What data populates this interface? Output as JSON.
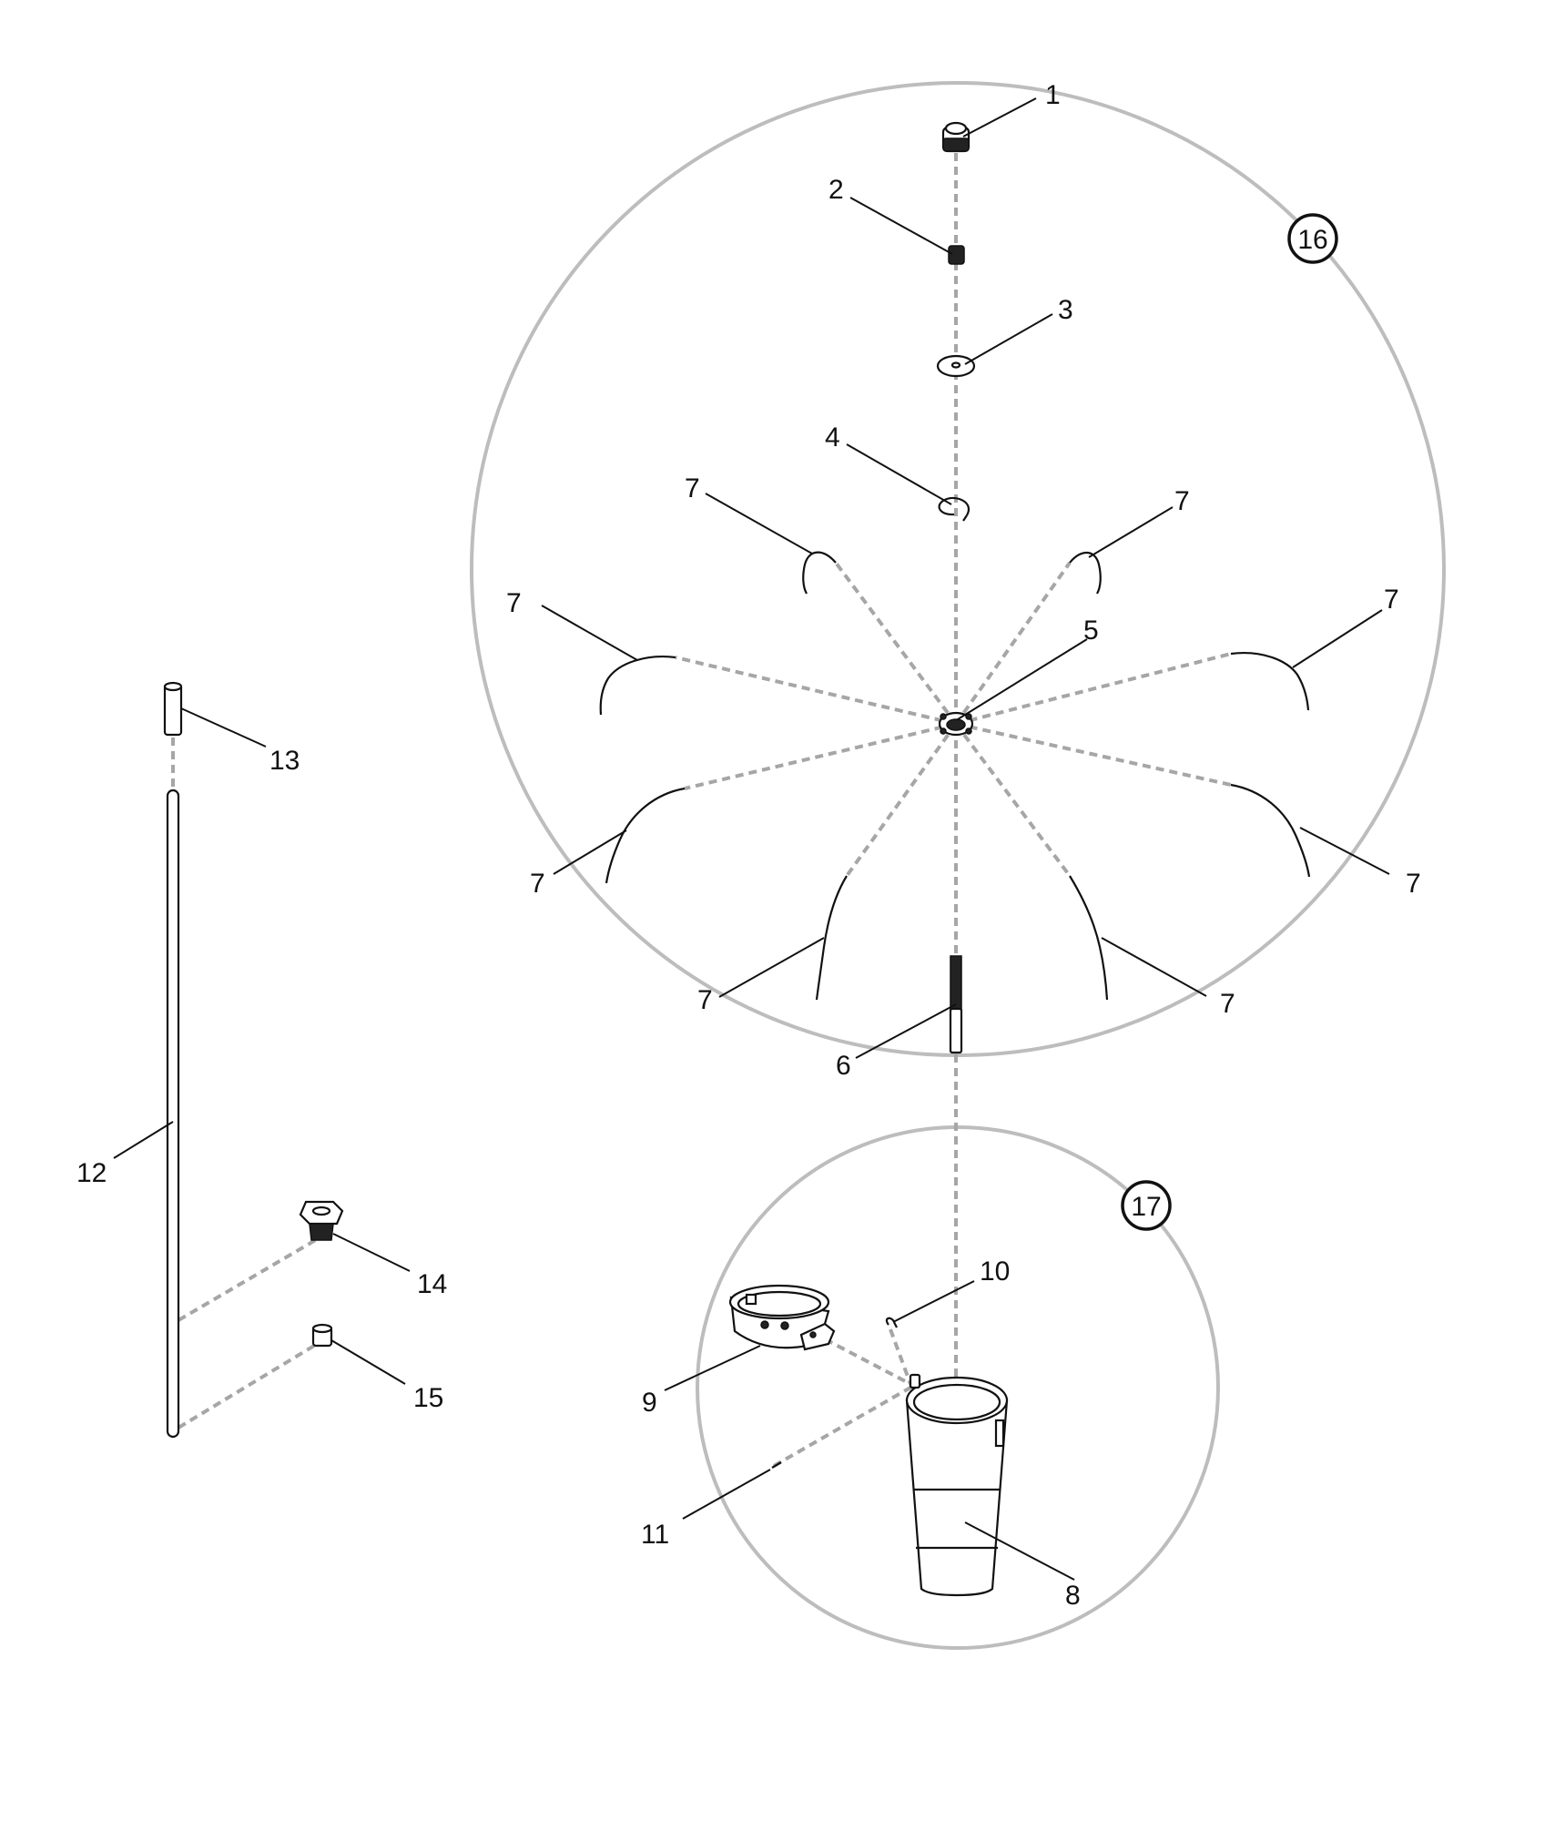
{
  "callouts": {
    "group_16": "16",
    "group_17": "17"
  },
  "labels": {
    "p1": "1",
    "p2": "2",
    "p3": "3",
    "p4": "4",
    "p5": "5",
    "p6": "6",
    "p7": "7",
    "p8": "8",
    "p9": "9",
    "p10": "10",
    "p11": "11",
    "p12": "12",
    "p13": "13",
    "p14": "14",
    "p15": "15"
  }
}
